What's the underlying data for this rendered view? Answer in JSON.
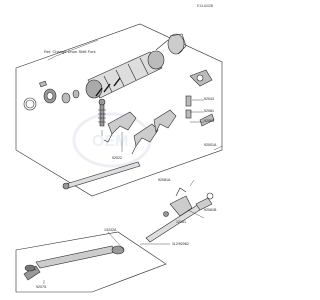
{
  "header": {
    "code": "E13-6/02B"
  },
  "note": {
    "text": "Ref. Change Drum Shift Fork"
  },
  "labels": {
    "part_92063": "92063",
    "part_92081": "92081",
    "part_92043": "92043",
    "part_92022": "92022",
    "part_92001a": "92001A",
    "part_92081a": "92081A",
    "part_13242a": "13242A",
    "part_12161": "12161",
    "part_92081b": "92081B",
    "part_92075": "92075",
    "part_112_92062": "112/92062"
  },
  "colors": {
    "line": "#2a2a2a",
    "background": "#ffffff",
    "watermark": "#d8e0ec"
  }
}
